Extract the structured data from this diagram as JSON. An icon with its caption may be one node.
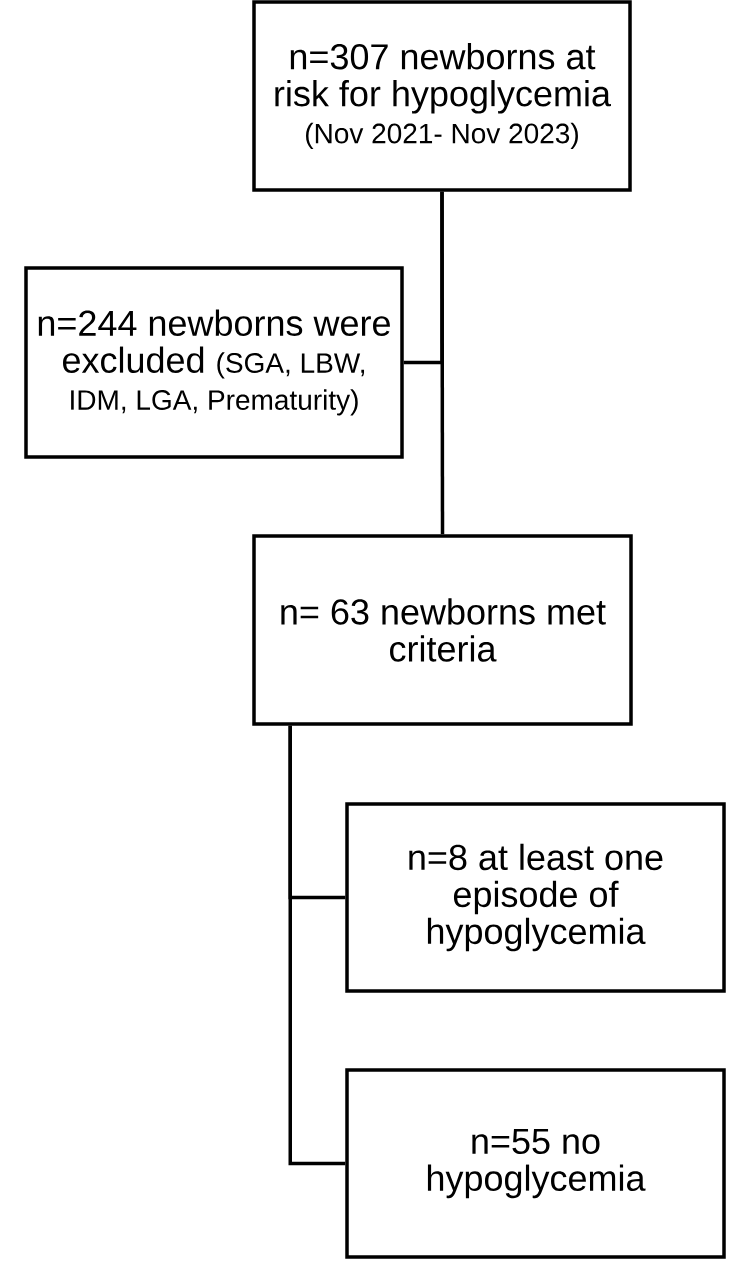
{
  "diagram": {
    "nodes": [
      {
        "text": [
          "n=307 newborns at risk for hypoglycemia",
          "(Nov 2021- Nov 2023)"
        ]
      },
      {
        "text": [
          "n=244 newborns were excluded",
          "(SGA, LBW, IDM, LGA, Prematurity)"
        ]
      },
      {
        "text": [
          "n= 63 newborns met criteria"
        ]
      },
      {
        "text": [
          "n=8 at least one episode of hypoglycemia"
        ]
      },
      {
        "text": [
          "n=55 no hypoglycemia"
        ]
      }
    ],
    "edges": [
      {
        "from": 0,
        "to": 1,
        "arrow": "none"
      },
      {
        "from": 0,
        "to": 2,
        "arrow": "none"
      },
      {
        "from": 2,
        "to": 3,
        "arrow": "none"
      },
      {
        "from": 2,
        "to": 4,
        "arrow": "none"
      }
    ]
  }
}
